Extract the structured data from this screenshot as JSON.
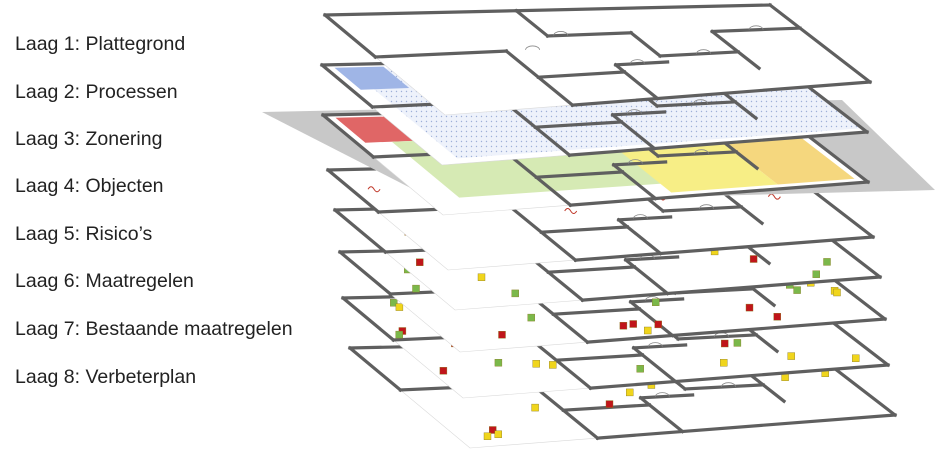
{
  "layers": [
    {
      "label": "Laag 1: Plattegrond"
    },
    {
      "label": "Laag 2: Processen"
    },
    {
      "label": "Laag 3: Zonering"
    },
    {
      "label": "Laag 4: Objecten"
    },
    {
      "label": "Laag 5: Risico’s"
    },
    {
      "label": "Laag 6: Maatregelen"
    },
    {
      "label": "Laag 7: Bestaande maatregelen"
    },
    {
      "label": "Laag 8: Verbeterplan"
    }
  ],
  "colors": {
    "wall": "#5f5f5f",
    "floor": "#ffffff",
    "process_hatch": "#c9d6f0",
    "process_block": "#9fb5e6",
    "zone_plate": "#c8c8c8",
    "zone_red": "#e06666",
    "zone_green": "#d6eab4",
    "zone_yellow": "#f7ee86",
    "zone_orange": "#f5d77e",
    "object_symbol": "#c0392b",
    "marker_red": "#c0151a",
    "marker_yellow": "#f0d51c",
    "marker_green": "#7bb84a"
  }
}
